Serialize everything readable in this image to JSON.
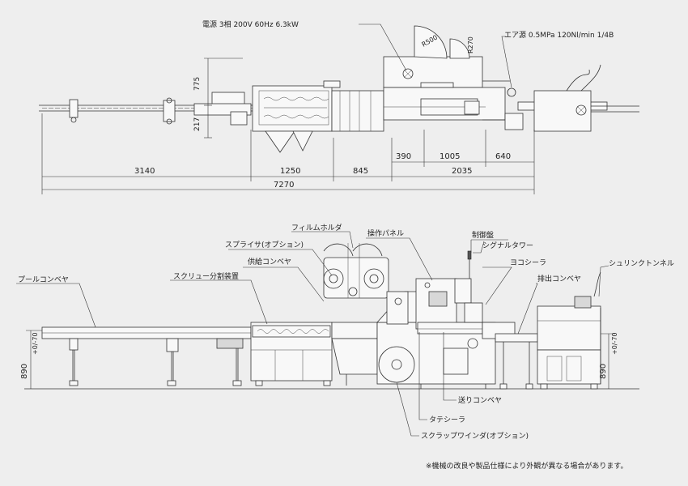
{
  "top_view": {
    "power_label": "電源 3相 200V 60Hz 6.3kW",
    "air_label": "エア源 0.5MPa 120Nl/min 1/4B",
    "radius_labels": [
      "R500",
      "R270"
    ],
    "vertical_dims": [
      "775",
      "217"
    ],
    "upper_dims": [
      "390",
      "1005",
      "640"
    ],
    "lower_dims": [
      "3140",
      "1250",
      "845",
      "2035"
    ],
    "total_dim": "7270"
  },
  "front_view": {
    "labels": {
      "film_holder": "フィルムホルダ",
      "operation_panel": "操作パネル",
      "control_panel": "制御盤",
      "splicer": "スプライサ(オプション)",
      "signal_tower": "シグナルタワー",
      "supply_conveyor": "供給コンベヤ",
      "end_sealer": "ヨコシーラ",
      "screw_divider": "スクリュー分割装置",
      "shrink_tunnel": "シュリンクトンネル",
      "pool_conveyor": "プールコンベヤ",
      "discharge_conveyor": "排出コンベヤ",
      "feed_conveyor": "送りコンベヤ",
      "long_sealer": "タテシーラ",
      "scrap_winder": "スクラップワインダ(オプション)"
    },
    "height_left": "890",
    "height_left_tol": "+0/-70",
    "height_right": "890",
    "height_right_tol": "+0/-70"
  },
  "footnote": "※機械の改良や製品仕様により外観が異なる場合があります。"
}
